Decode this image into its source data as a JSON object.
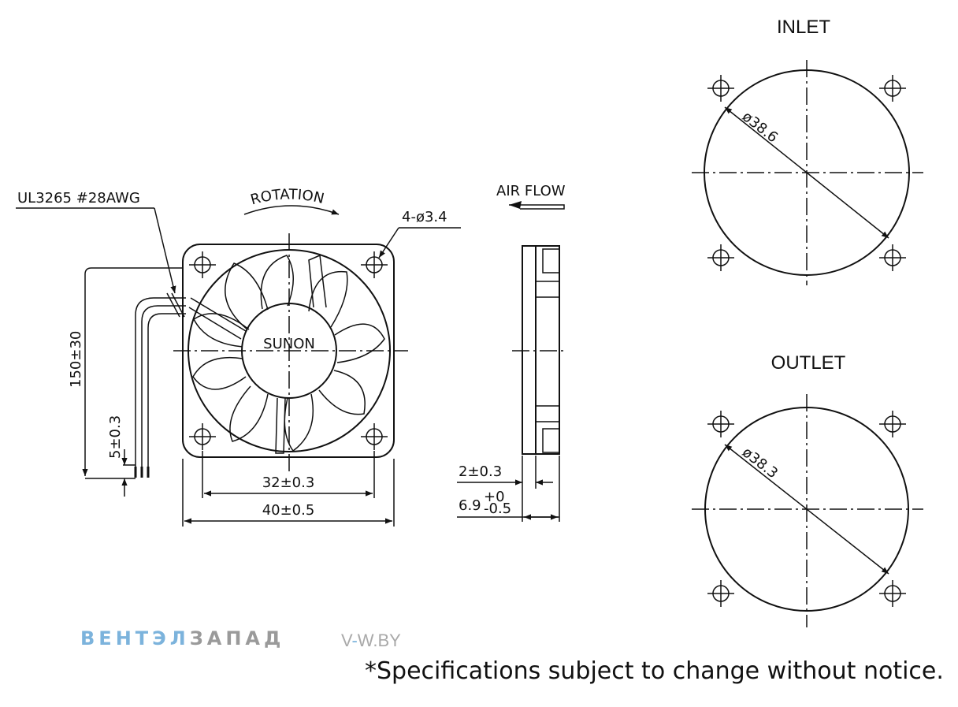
{
  "labels": {
    "inlet": "INLET",
    "outlet": "OUTLET",
    "inlet_diameter": "ø38.6",
    "outlet_diameter": "ø38.3",
    "wire": "UL3265 #28AWG",
    "rotation": "ROTATION",
    "airflow": "AIR FLOW",
    "holes": "4-ø3.4",
    "hub_brand": "SUNON",
    "lead_length": "150±30",
    "strip_length": "5±0.3",
    "hole_pitch": "32±0.3",
    "frame_width": "40±0.5",
    "rib_thickness": "2±0.3",
    "fan_thickness": "6.9",
    "fan_thickness_tol_upper": "+0",
    "fan_thickness_tol_lower": "-0.5"
  },
  "footer": {
    "brand_part1": "ВЕНТЭЛ",
    "brand_part2": "ЗАПАД",
    "site_prefix": "V",
    "site_dash": "-",
    "site_rest": "W.BY",
    "note": "*Specifications subject to change without notice."
  }
}
